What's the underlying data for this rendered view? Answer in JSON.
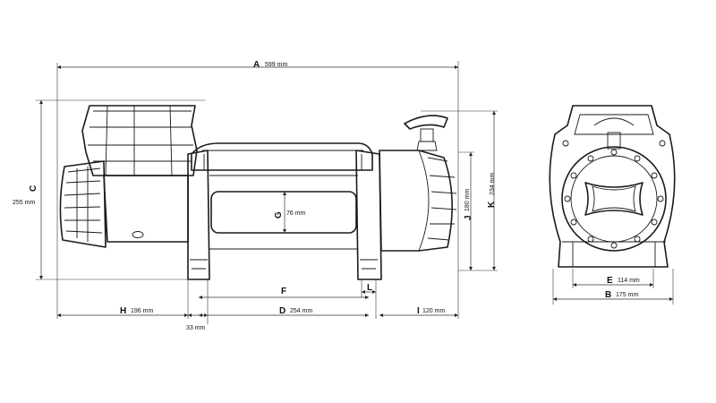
{
  "dimensions": {
    "A": {
      "letter": "A",
      "value": "599 mm"
    },
    "B": {
      "letter": "B",
      "value": "175 mm"
    },
    "C": {
      "letter": "C",
      "value": "255 mm"
    },
    "D": {
      "letter": "D",
      "value": "254 mm"
    },
    "E": {
      "letter": "E",
      "value": "114 mm"
    },
    "F": {
      "letter": "F"
    },
    "G": {
      "letter": "G",
      "value": "76 mm"
    },
    "H": {
      "letter": "H",
      "value": "196 mm"
    },
    "I": {
      "letter": "I",
      "value": "120 mm"
    },
    "J": {
      "letter": "J",
      "value": "180 mm"
    },
    "K": {
      "letter": "K",
      "value": "234 mm"
    },
    "L": {
      "letter": "L"
    },
    "foot": {
      "value": "33 mm"
    }
  }
}
